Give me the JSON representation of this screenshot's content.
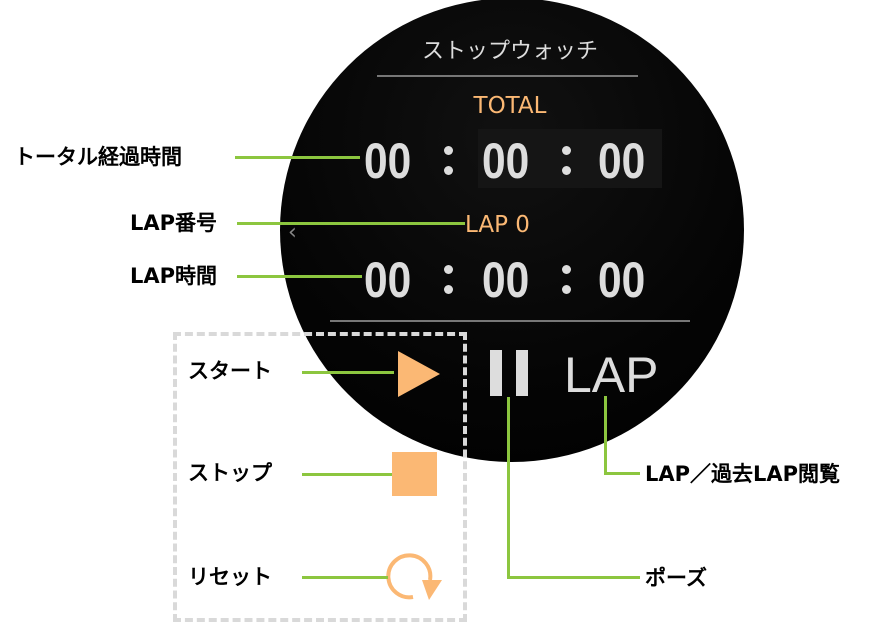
{
  "watch": {
    "title": "ストップウォッチ",
    "total_label": "TOTAL",
    "total_time": {
      "h": "00",
      "m": "00",
      "s": "00"
    },
    "lap_number": "LAP 0",
    "lap_time": {
      "h": "00",
      "m": "00",
      "s": "00"
    },
    "lap_button": "LAP",
    "back_icon": "chevron-left-icon",
    "icons": [
      "play-icon",
      "pause-icon",
      "stop-icon",
      "reset-icon"
    ]
  },
  "callouts": {
    "total_elapsed": "トータル経過時間",
    "lap_number": "LAP番号",
    "lap_time": "LAP時間",
    "start": "スタート",
    "stop": "ストップ",
    "reset": "リセット",
    "lap_history": "LAP／過去LAP閲覧",
    "pause": "ポーズ"
  },
  "colors": {
    "accent": "#fbb874",
    "callout_line": "#8cc63f",
    "screen": "#000000"
  }
}
